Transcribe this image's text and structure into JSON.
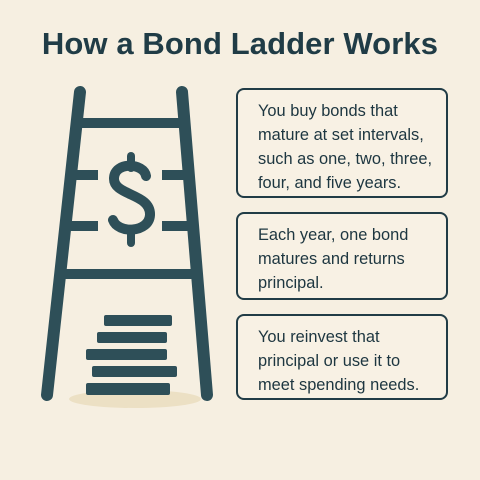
{
  "title": "How a Bond Ladder Works",
  "icons": {
    "ladder": "ladder-icon",
    "dollar": "dollar-sign-icon",
    "coins": "coin-stack-icon"
  },
  "colors": {
    "background": "#f6efe1",
    "ink": "#2e4f58",
    "card_border": "#213c46",
    "coin_shadow": "#ece0c4"
  },
  "steps": [
    {
      "text": "You buy bonds that mature at set intervals, such as one, two, three, four, and five years."
    },
    {
      "text": "Each year, one bond matures and returns principal."
    },
    {
      "text": "You reinvest that principal or use it to meet spending needs."
    }
  ]
}
